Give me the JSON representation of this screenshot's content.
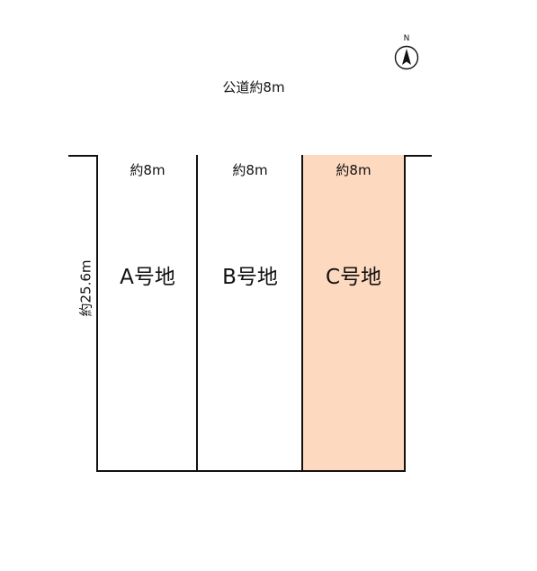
{
  "road": {
    "label": "公道約8m"
  },
  "compass": {
    "north_label": "N"
  },
  "depth": {
    "label": "約25.6m"
  },
  "lots": [
    {
      "name": "A号地",
      "width_label": "約8m",
      "fill": "#ffffff"
    },
    {
      "name": "B号地",
      "width_label": "約8m",
      "fill": "#ffffff"
    },
    {
      "name": "C号地",
      "width_label": "約8m",
      "fill": "#fdd9bf"
    }
  ]
}
